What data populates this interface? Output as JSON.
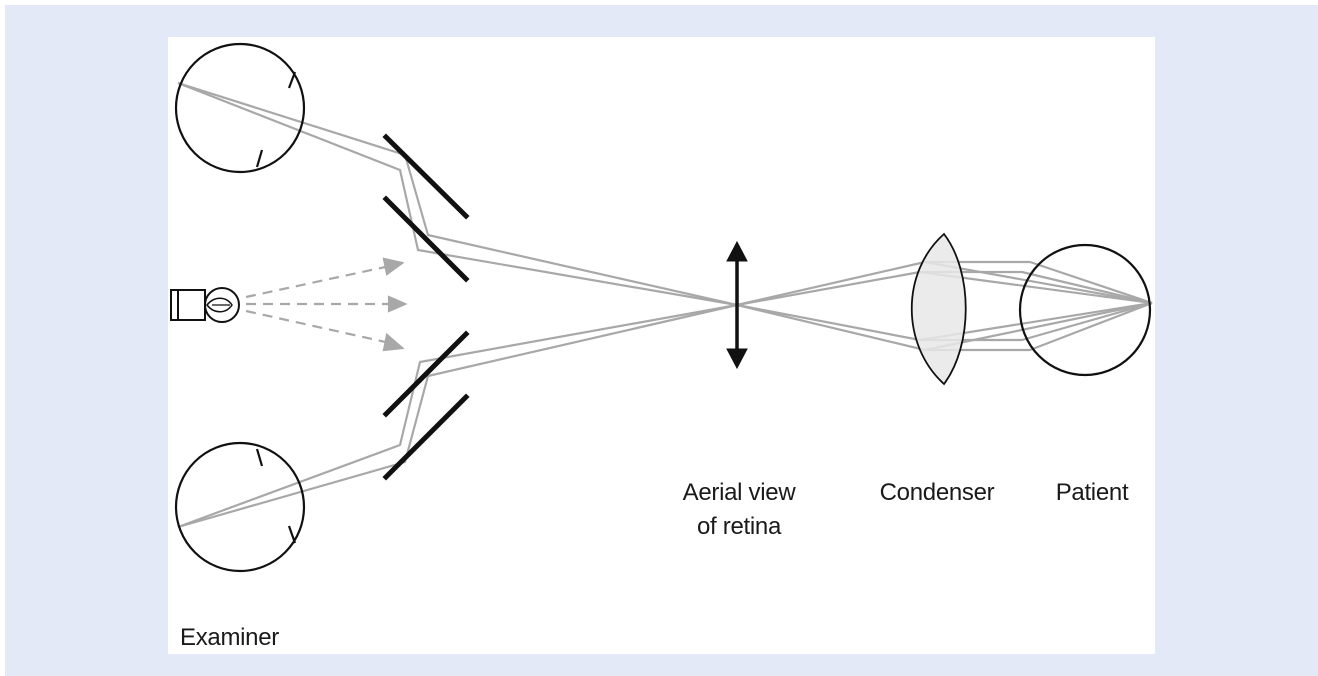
{
  "figure": {
    "labels": {
      "aerial_line1": "Aerial view",
      "aerial_line2": "of retina",
      "condenser": "Condenser",
      "patient": "Patient",
      "examiner": "Examiner"
    },
    "colors": {
      "background": "#e3e9f7",
      "panel": "#ffffff",
      "ray": "#a8a8a8",
      "outline": "#111111",
      "lens_fill": "#e8e8e8"
    },
    "icons": [
      "light-bulb-icon",
      "double-arrow-icon"
    ]
  }
}
